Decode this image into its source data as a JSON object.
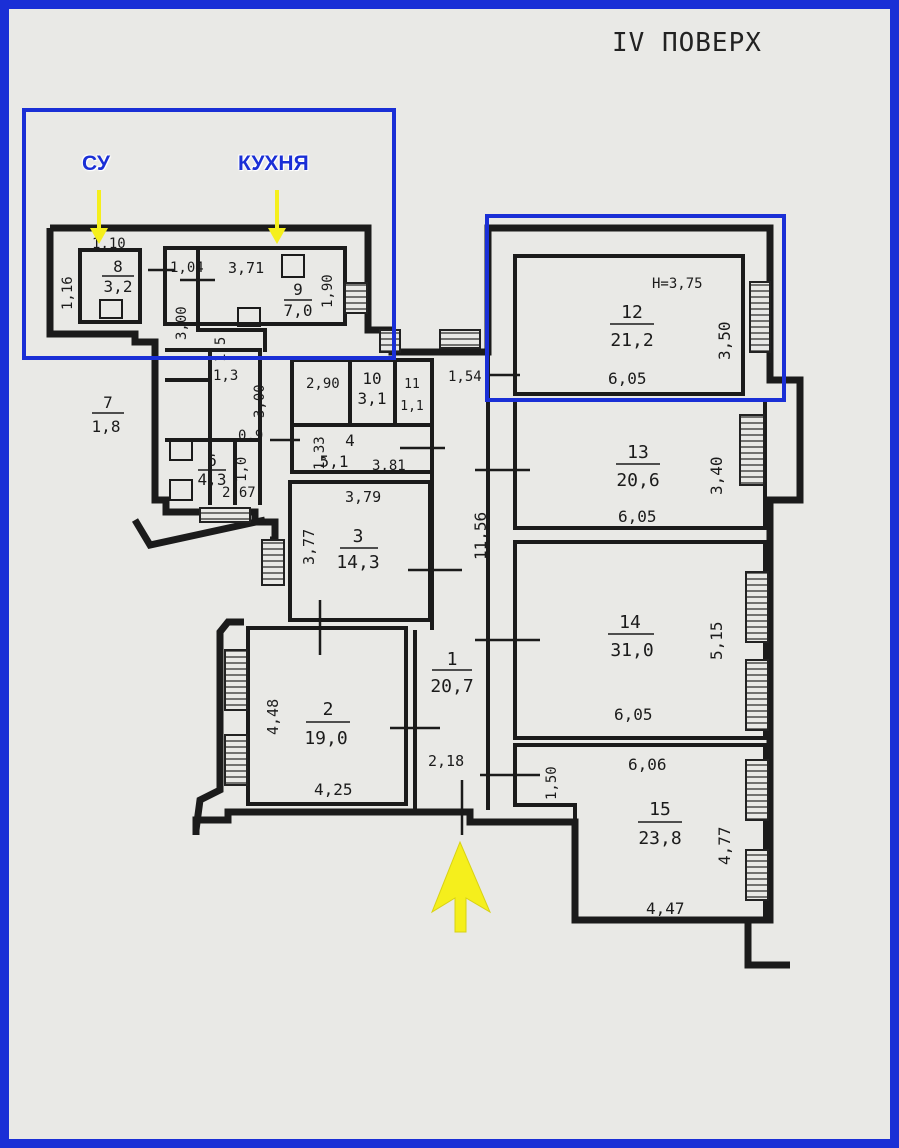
{
  "title": "IV ПОВЕРХ",
  "callouts": {
    "bathroom": "СУ",
    "kitchen": "КУХНЯ"
  },
  "colors": {
    "frame": "#1a2fd6",
    "highlight": "#1a2fd6",
    "arrow": "#f5ef1c",
    "ink": "#1b1b1b"
  },
  "rooms": {
    "r1": {
      "num": "1",
      "area": "20,7"
    },
    "r2": {
      "num": "2",
      "area": "19,0"
    },
    "r3": {
      "num": "3",
      "area": "14,3"
    },
    "r4": {
      "num": "4",
      "area": "5,1"
    },
    "r6": {
      "num": "6",
      "area": "4,3"
    },
    "r7": {
      "num": "7",
      "area": "1,8"
    },
    "r8": {
      "num": "8",
      "area": "3,2"
    },
    "r9": {
      "num": "9",
      "area": "7,0"
    },
    "r10": {
      "num": "10",
      "area": "3,1"
    },
    "r11": {
      "num": "11",
      "area": "1,1"
    },
    "r12": {
      "num": "12",
      "area": "21,2"
    },
    "r13": {
      "num": "13",
      "area": "20,6"
    },
    "r14": {
      "num": "14",
      "area": "31,0"
    },
    "r15": {
      "num": "15",
      "area": "23,8"
    }
  },
  "dims": {
    "d1": "1,16",
    "d2": "1,10",
    "d3": "1,04",
    "d4": "3,71",
    "d5": "1,90",
    "d6": "3,00",
    "d7": "1,5",
    "d8": "1,3",
    "d9": "3,00",
    "d10": "2,90",
    "d11": "1,33",
    "d12": "3,81",
    "d13": "0,9",
    "d14": "1,0",
    "d15": "2,67",
    "d16": "3,79",
    "d17": "3,77",
    "d18": "11,56",
    "d19": "1,54",
    "d20": "H=3,75",
    "d21": "3,50",
    "d22": "6,05",
    "d23": "3,40",
    "d24": "6,05",
    "d25": "5,15",
    "d26": "6,05",
    "d27": "4,48",
    "d28": "4,25",
    "d29": "2,18",
    "d30": "1,50",
    "d31": "6,06",
    "d32": "4,77",
    "d33": "4,47"
  }
}
